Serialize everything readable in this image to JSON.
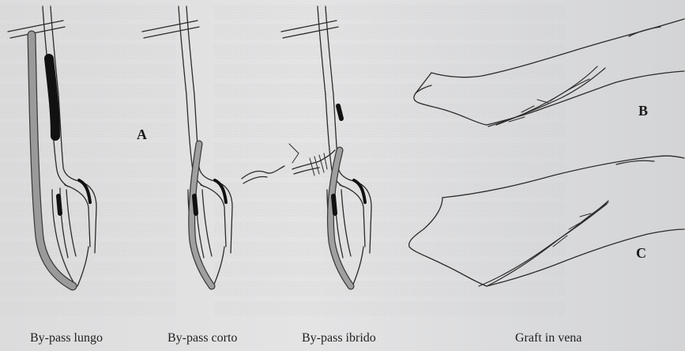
{
  "figure": {
    "captions": {
      "long": "By-pass lungo",
      "short": "By-pass corto",
      "hybrid": "By-pass ibrido",
      "vein": "Graft in vena"
    },
    "labels": {
      "a": "A",
      "b": "B",
      "c": "C"
    }
  }
}
